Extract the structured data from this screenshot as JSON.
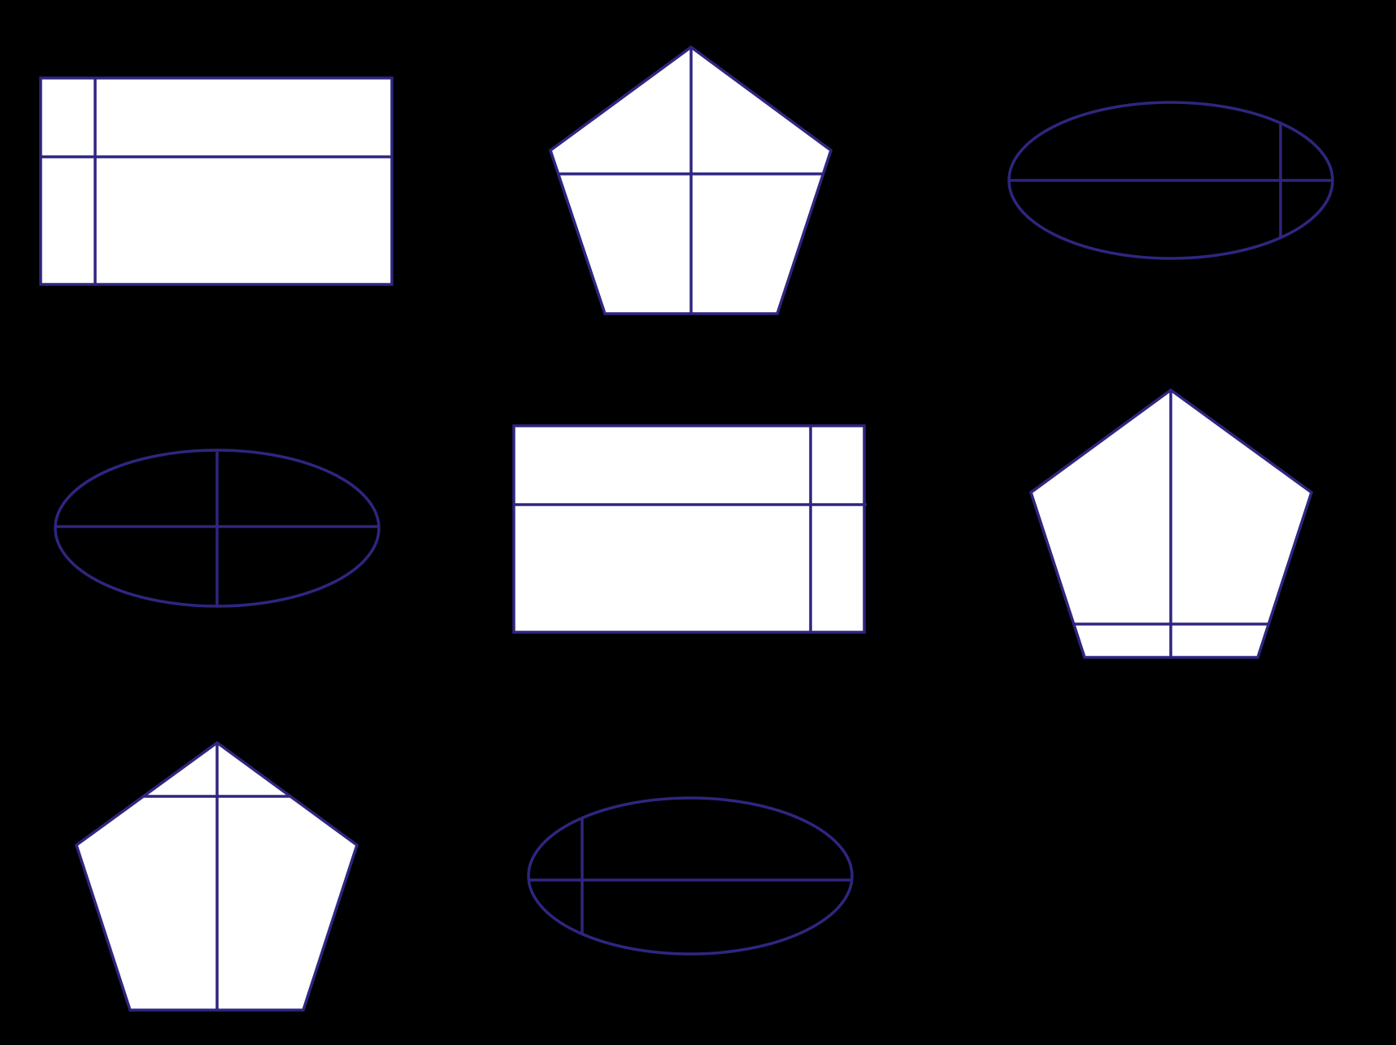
{
  "colors": {
    "background": "#000000",
    "stroke": "#2e2680",
    "shape_fill": "#ffffff"
  },
  "figures": [
    {
      "id": 1,
      "shape": "rectangle",
      "fill": "#ffffff"
    },
    {
      "id": 2,
      "shape": "pentagon",
      "fill": "#ffffff"
    },
    {
      "id": 3,
      "shape": "ellipse",
      "fill": "#000000"
    },
    {
      "id": 4,
      "shape": "ellipse",
      "fill": "#000000"
    },
    {
      "id": 5,
      "shape": "rectangle",
      "fill": "#ffffff"
    },
    {
      "id": 6,
      "shape": "pentagon",
      "fill": "#ffffff"
    },
    {
      "id": 7,
      "shape": "pentagon",
      "fill": "#ffffff"
    },
    {
      "id": 8,
      "shape": "ellipse",
      "fill": "#000000"
    }
  ]
}
